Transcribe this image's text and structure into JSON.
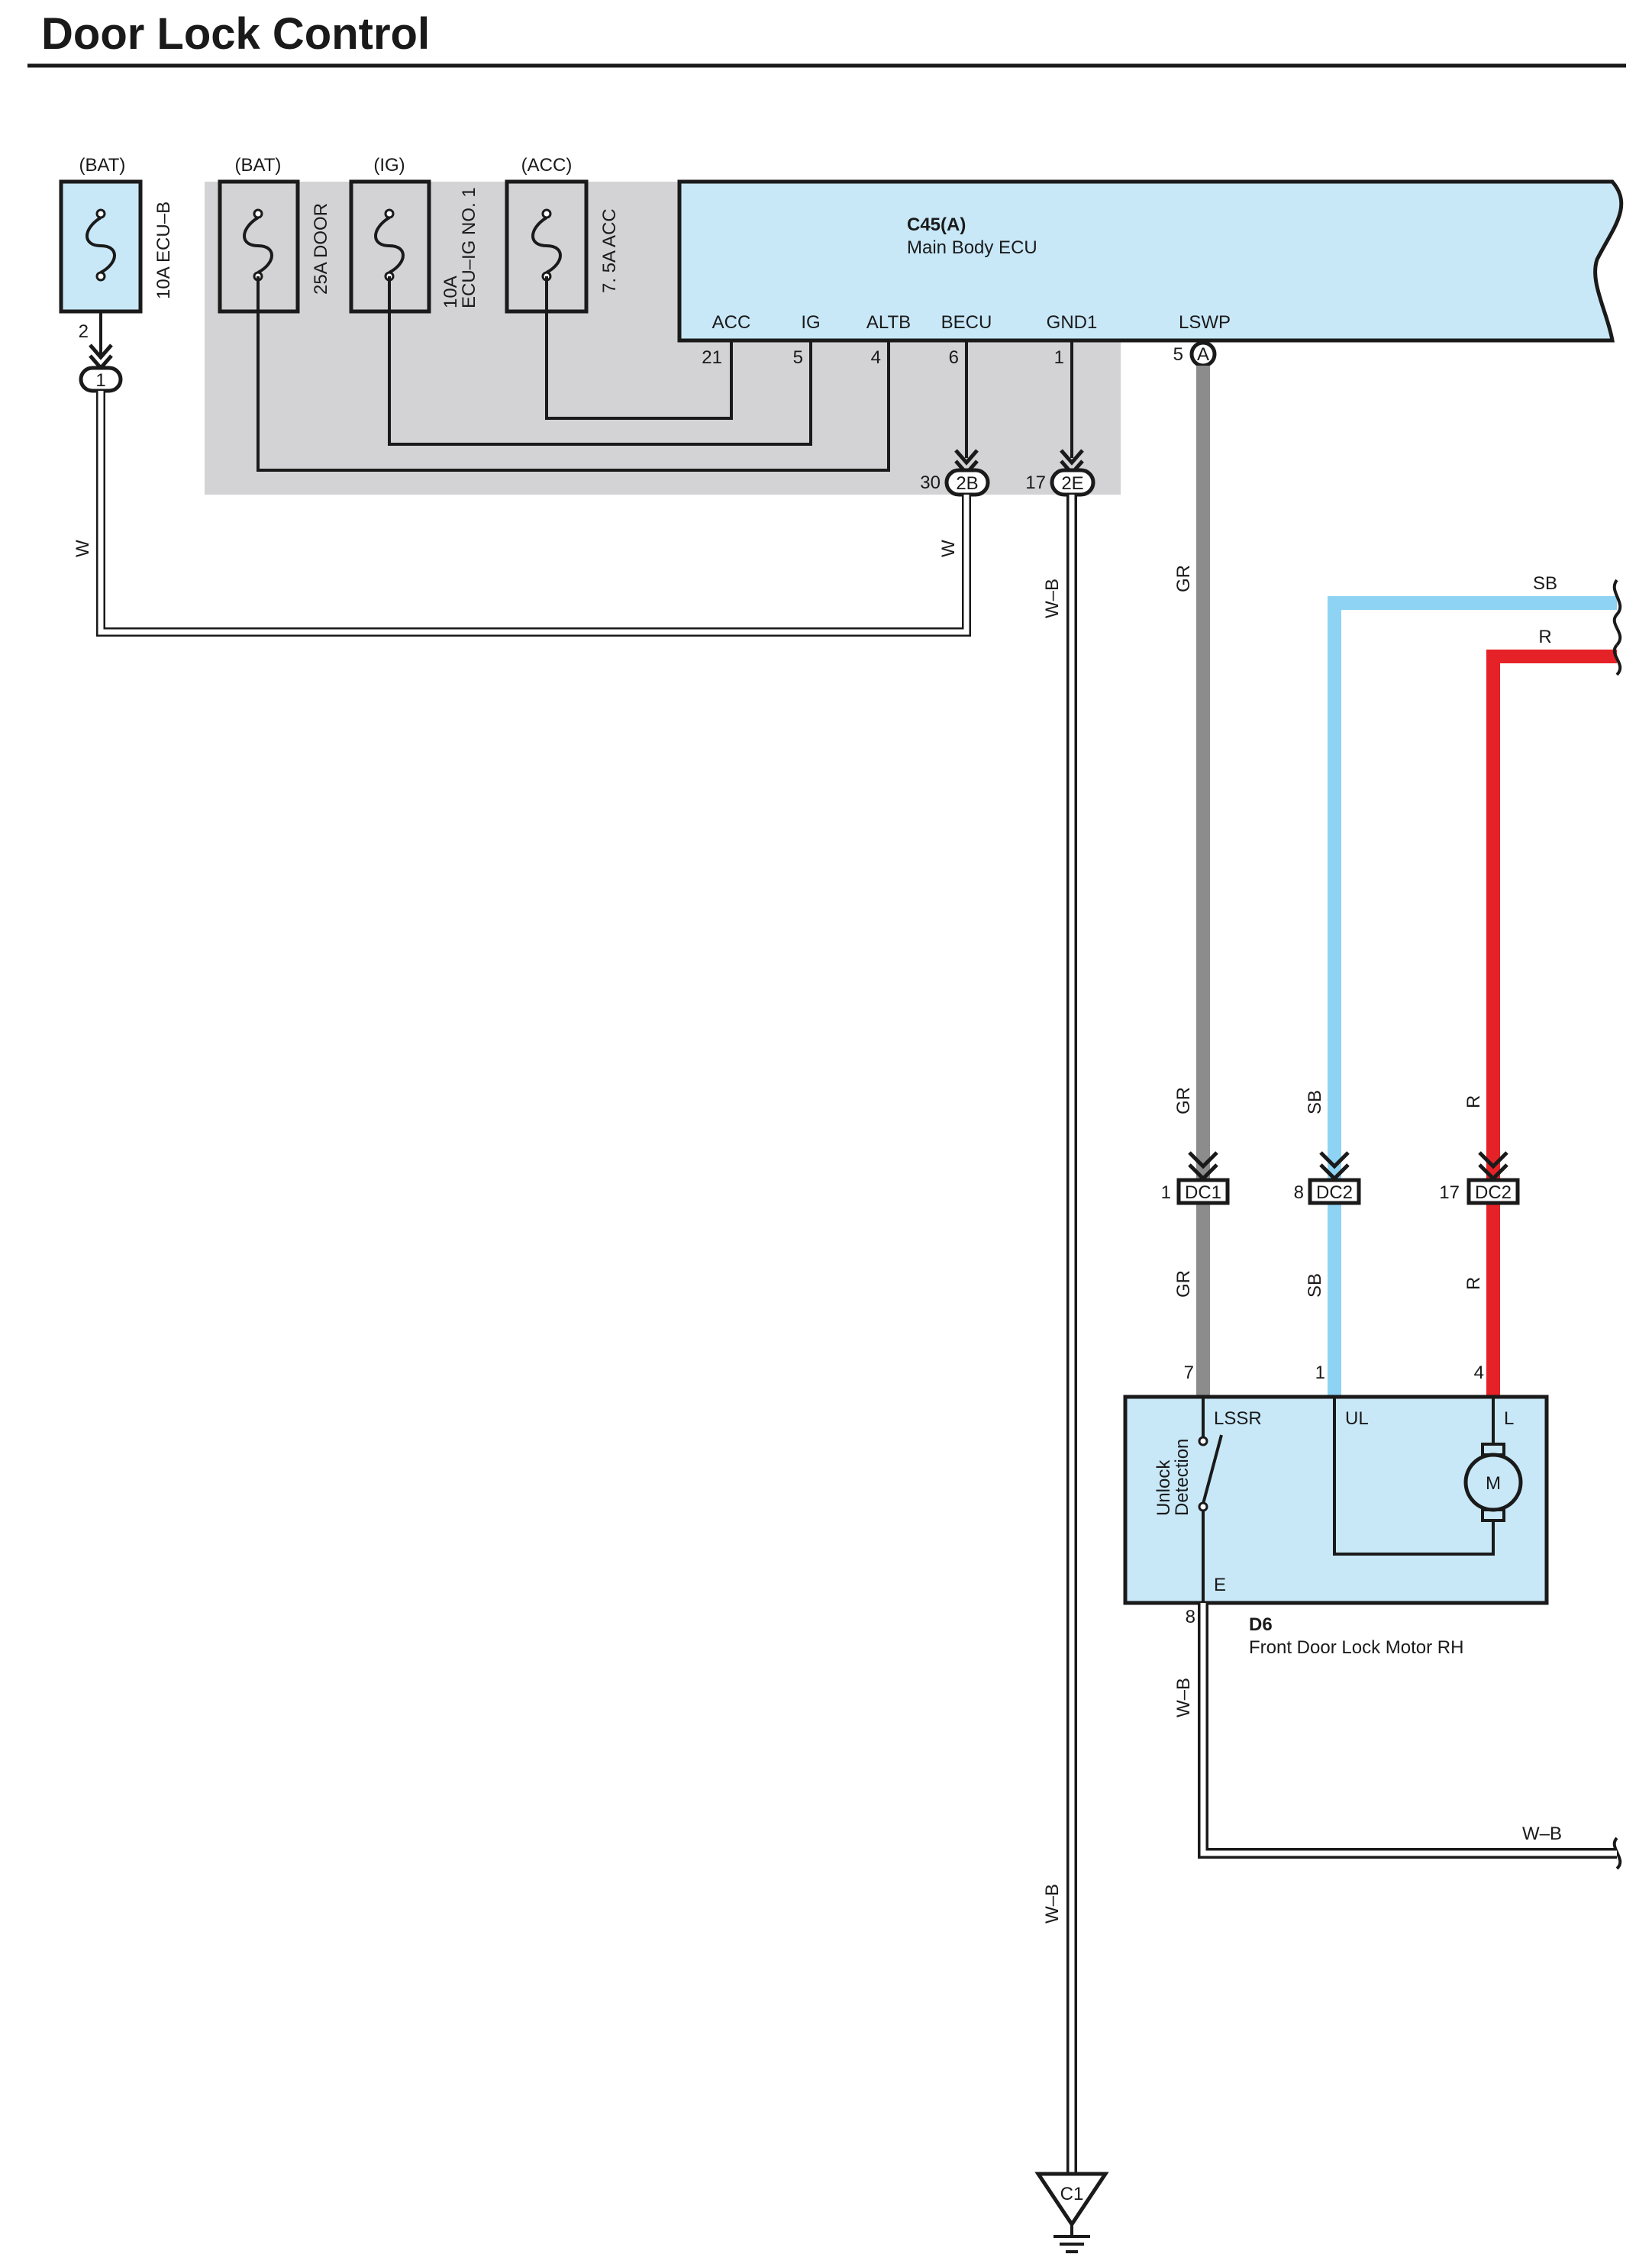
{
  "title": "Door Lock Control",
  "colors": {
    "component_fill": "#c8e8f8",
    "relay_block_fill": "#d3d3d5",
    "wire_gr": "#8c8c8c",
    "wire_sb": "#8fd3f4",
    "wire_r": "#e52228",
    "wire_w": "#ffffff",
    "wire_wb": "#ffffff",
    "outline": "#1a1a1a"
  },
  "fuses": [
    {
      "source": "(BAT)",
      "name": "10A ECU–B"
    },
    {
      "source": "(BAT)",
      "name": "25A DOOR"
    },
    {
      "source": "(IG)",
      "name_line1": "10A",
      "name_line2": "ECU–IG NO. 1"
    },
    {
      "source": "(ACC)",
      "name": "7. 5A ACC"
    }
  ],
  "fuse_pin": {
    "pin": "2",
    "connector": "1"
  },
  "ecu": {
    "code": "C45(A)",
    "name": "Main Body ECU",
    "terminals": [
      {
        "name": "ACC",
        "pin": "21"
      },
      {
        "name": "IG",
        "pin": "5"
      },
      {
        "name": "ALTB",
        "pin": "4"
      },
      {
        "name": "BECU",
        "pin": "6"
      },
      {
        "name": "GND1",
        "pin": "1"
      },
      {
        "name": "LSWP",
        "pin": "5",
        "connector": "A"
      }
    ]
  },
  "junctions": [
    {
      "pin": "30",
      "connector": "2B"
    },
    {
      "pin": "17",
      "connector": "2E"
    }
  ],
  "wires": {
    "w": "W",
    "wb": "W–B",
    "gr": "GR",
    "sb": "SB",
    "r": "R"
  },
  "door_connectors": [
    {
      "pin": "1",
      "name": "DC1"
    },
    {
      "pin": "8",
      "name": "DC2"
    },
    {
      "pin": "17",
      "name": "DC2"
    }
  ],
  "motor": {
    "code": "D6",
    "name": "Front Door Lock Motor RH",
    "pins": {
      "lssr": "7",
      "ul": "1",
      "l": "4",
      "e": "8"
    },
    "terminals": {
      "lssr": "LSSR",
      "ul": "UL",
      "l": "L",
      "e": "E"
    },
    "switch_label_line1": "Unlock",
    "switch_label_line2": "Detection",
    "motor_symbol": "M"
  },
  "ground": {
    "name": "C1"
  }
}
